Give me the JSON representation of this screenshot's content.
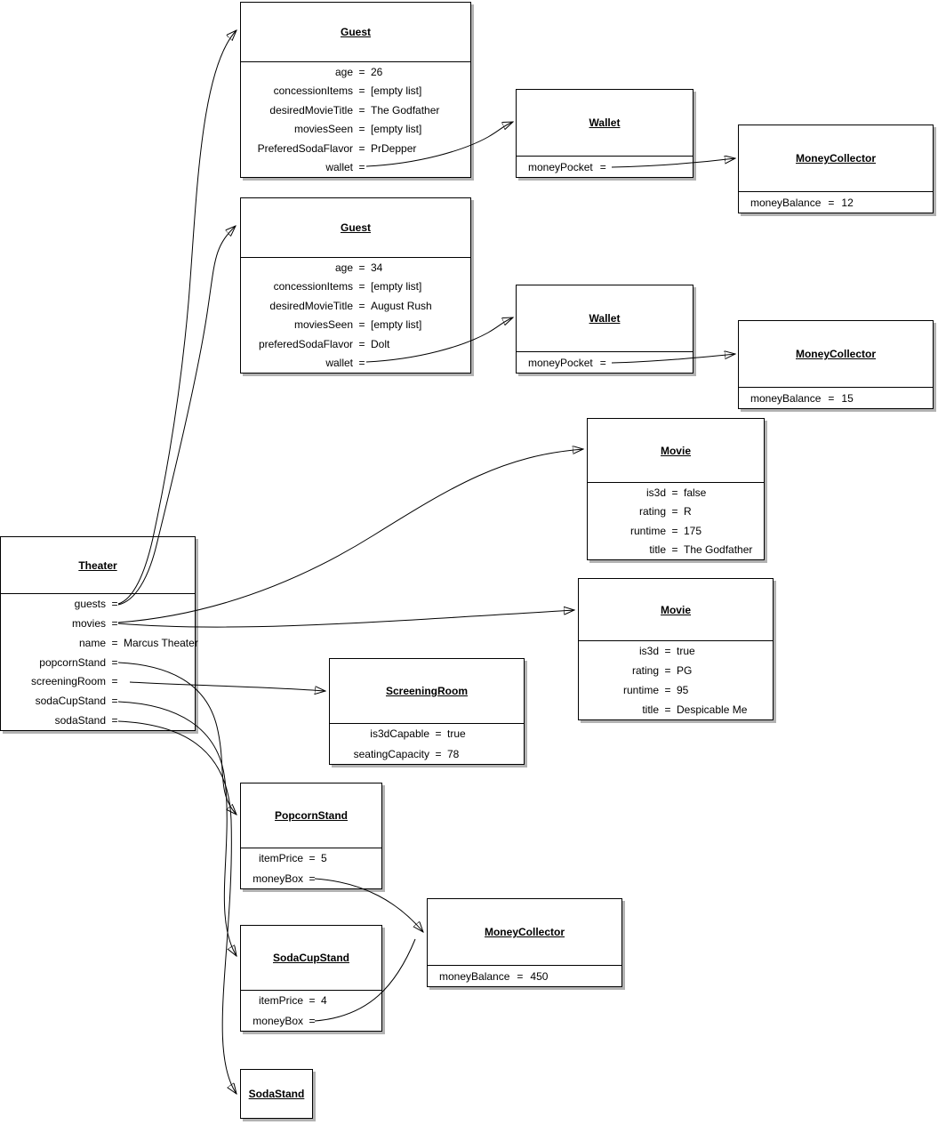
{
  "eq": "=",
  "colors": {
    "background": "#ffffff",
    "box_fill": "#ffffff",
    "box_border": "#000000",
    "box_shadow": "#b2b2b2",
    "line": "#000000"
  },
  "boxes": {
    "guest1": {
      "title": "Guest",
      "fields": [
        {
          "name": "age",
          "value": "26"
        },
        {
          "name": "concessionItems",
          "value": "[empty list]"
        },
        {
          "name": "desiredMovieTitle",
          "value": "The Godfather"
        },
        {
          "name": "moviesSeen",
          "value": "[empty list]"
        },
        {
          "name": "PreferedSodaFlavor",
          "value": "PrDepper"
        },
        {
          "name": "wallet",
          "value": ""
        }
      ]
    },
    "wallet1": {
      "title": "Wallet",
      "fields": [
        {
          "name": "moneyPocket",
          "value": ""
        }
      ]
    },
    "moneyCollector1": {
      "title": "MoneyCollector",
      "fields": [
        {
          "name": "moneyBalance",
          "value": "12"
        }
      ]
    },
    "guest2": {
      "title": "Guest",
      "fields": [
        {
          "name": "age",
          "value": "34"
        },
        {
          "name": "concessionItems",
          "value": "[empty list]"
        },
        {
          "name": "desiredMovieTitle",
          "value": "August Rush"
        },
        {
          "name": "moviesSeen",
          "value": "[empty list]"
        },
        {
          "name": "preferedSodaFlavor",
          "value": "Dolt"
        },
        {
          "name": "wallet",
          "value": ""
        }
      ]
    },
    "wallet2": {
      "title": "Wallet",
      "fields": [
        {
          "name": "moneyPocket",
          "value": ""
        }
      ]
    },
    "moneyCollector2": {
      "title": "MoneyCollector",
      "fields": [
        {
          "name": "moneyBalance",
          "value": "15"
        }
      ]
    },
    "movie1": {
      "title": "Movie",
      "fields": [
        {
          "name": "is3d",
          "value": "false"
        },
        {
          "name": "rating",
          "value": "R"
        },
        {
          "name": "runtime",
          "value": "175"
        },
        {
          "name": "title",
          "value": "The Godfather"
        }
      ]
    },
    "movie2": {
      "title": "Movie",
      "fields": [
        {
          "name": "is3d",
          "value": "true"
        },
        {
          "name": "rating",
          "value": "PG"
        },
        {
          "name": "runtime",
          "value": "95"
        },
        {
          "name": "title",
          "value": "Despicable Me"
        }
      ]
    },
    "theater": {
      "title": "Theater",
      "fields": [
        {
          "name": "guests",
          "value": ""
        },
        {
          "name": "movies",
          "value": ""
        },
        {
          "name": "name",
          "value": "Marcus Theater"
        },
        {
          "name": "popcornStand",
          "value": ""
        },
        {
          "name": "screeningRoom",
          "value": ""
        },
        {
          "name": "sodaCupStand",
          "value": ""
        },
        {
          "name": "sodaStand",
          "value": ""
        }
      ]
    },
    "screeningRoom": {
      "title": "ScreeningRoom",
      "fields": [
        {
          "name": "is3dCapable",
          "value": "true"
        },
        {
          "name": "seatingCapacity",
          "value": "78"
        }
      ]
    },
    "popcornStand": {
      "title": "PopcornStand",
      "fields": [
        {
          "name": "itemPrice",
          "value": "5"
        },
        {
          "name": "moneyBox",
          "value": ""
        }
      ]
    },
    "moneyCollector3": {
      "title": "MoneyCollector",
      "fields": [
        {
          "name": "moneyBalance",
          "value": "450"
        }
      ]
    },
    "sodaCupStand": {
      "title": "SodaCupStand",
      "fields": [
        {
          "name": "itemPrice",
          "value": "4"
        },
        {
          "name": "moneyBox",
          "value": ""
        }
      ]
    },
    "sodaStand": {
      "title": "SodaStand",
      "fields": []
    }
  },
  "references": [
    {
      "from": "theater.guests",
      "to": "guest1"
    },
    {
      "from": "theater.guests",
      "to": "guest2"
    },
    {
      "from": "theater.movies",
      "to": "movie1"
    },
    {
      "from": "theater.movies",
      "to": "movie2"
    },
    {
      "from": "theater.popcornStand",
      "to": "popcornStand"
    },
    {
      "from": "theater.screeningRoom",
      "to": "screeningRoom"
    },
    {
      "from": "theater.sodaCupStand",
      "to": "sodaCupStand"
    },
    {
      "from": "theater.sodaStand",
      "to": "sodaStand"
    },
    {
      "from": "guest1.wallet",
      "to": "wallet1"
    },
    {
      "from": "guest2.wallet",
      "to": "wallet2"
    },
    {
      "from": "wallet1.moneyPocket",
      "to": "moneyCollector1"
    },
    {
      "from": "wallet2.moneyPocket",
      "to": "moneyCollector2"
    },
    {
      "from": "popcornStand.moneyBox",
      "to": "moneyCollector3"
    },
    {
      "from": "sodaCupStand.moneyBox",
      "to": "moneyCollector3"
    }
  ]
}
